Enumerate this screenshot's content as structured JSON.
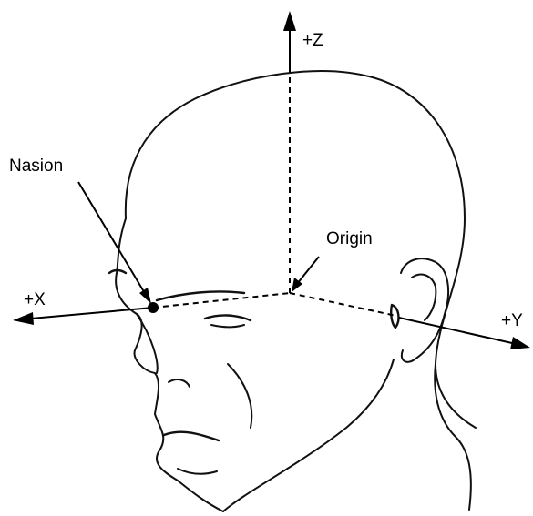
{
  "diagram": {
    "axes": {
      "z": "+Z",
      "x": "+X",
      "y": "+Y"
    },
    "labels": {
      "nasion": "Nasion",
      "origin": "Origin"
    }
  }
}
